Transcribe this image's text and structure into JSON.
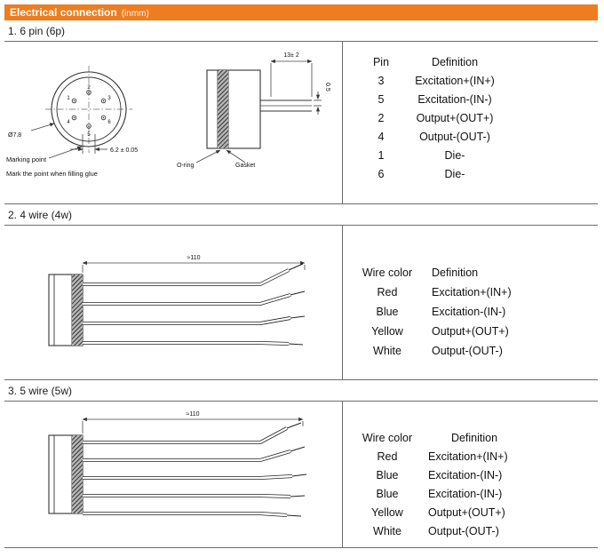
{
  "header": {
    "title": "Electrical connection",
    "unit": "(inmm)",
    "accent_color": "#ED7D1F"
  },
  "sections": {
    "pin6": {
      "title": "1. 6 pin (6p)",
      "table": {
        "col1": "Pin",
        "col2": "Definition",
        "rows": [
          {
            "pin": "3",
            "def": "Excitation+(IN+)"
          },
          {
            "pin": "5",
            "def": "Excitation-(IN-)"
          },
          {
            "pin": "2",
            "def": "Output+(OUT+)"
          },
          {
            "pin": "4",
            "def": "Output-(OUT-)"
          },
          {
            "pin": "1",
            "def": "Die-"
          },
          {
            "pin": "6",
            "def": "Die-"
          }
        ]
      },
      "diagram": {
        "dim_diameter": "Ø7.8",
        "dim_pitch": "6.2 ± 0.05",
        "marking_point": "Marking point",
        "marking_note": "Mark the point when filling glue",
        "dim_length": "13± 2",
        "dim_wire": "0.5",
        "oring": "O-ring",
        "gasket": "Gasket",
        "pin_labels": [
          "1",
          "2",
          "3",
          "4",
          "5",
          "6"
        ]
      }
    },
    "wire4": {
      "title": "2. 4 wire (4w)",
      "table": {
        "col1": "Wire color",
        "col2": "Definition",
        "rows": [
          {
            "color": "Red",
            "def": "Excitation+(IN+)"
          },
          {
            "color": "Blue",
            "def": "Excitation-(IN-)"
          },
          {
            "color": "Yellow",
            "def": "Output+(OUT+)"
          },
          {
            "color": "White",
            "def": "Output-(OUT-)"
          }
        ]
      },
      "diagram": {
        "dim_length": "≈110"
      }
    },
    "wire5": {
      "title": "3. 5 wire (5w)",
      "table": {
        "col1": "Wire color",
        "col2": "Definition",
        "rows": [
          {
            "color": "Red",
            "def": "Excitation+(IN+)"
          },
          {
            "color": "Blue",
            "def": "Excitation-(IN-)"
          },
          {
            "color": "Blue",
            "def": "Excitation-(IN-)"
          },
          {
            "color": "Yellow",
            "def": "Output+(OUT+)"
          },
          {
            "color": "White",
            "def": "Output-(OUT-)"
          }
        ]
      },
      "diagram": {
        "dim_length": "≈110"
      }
    }
  }
}
